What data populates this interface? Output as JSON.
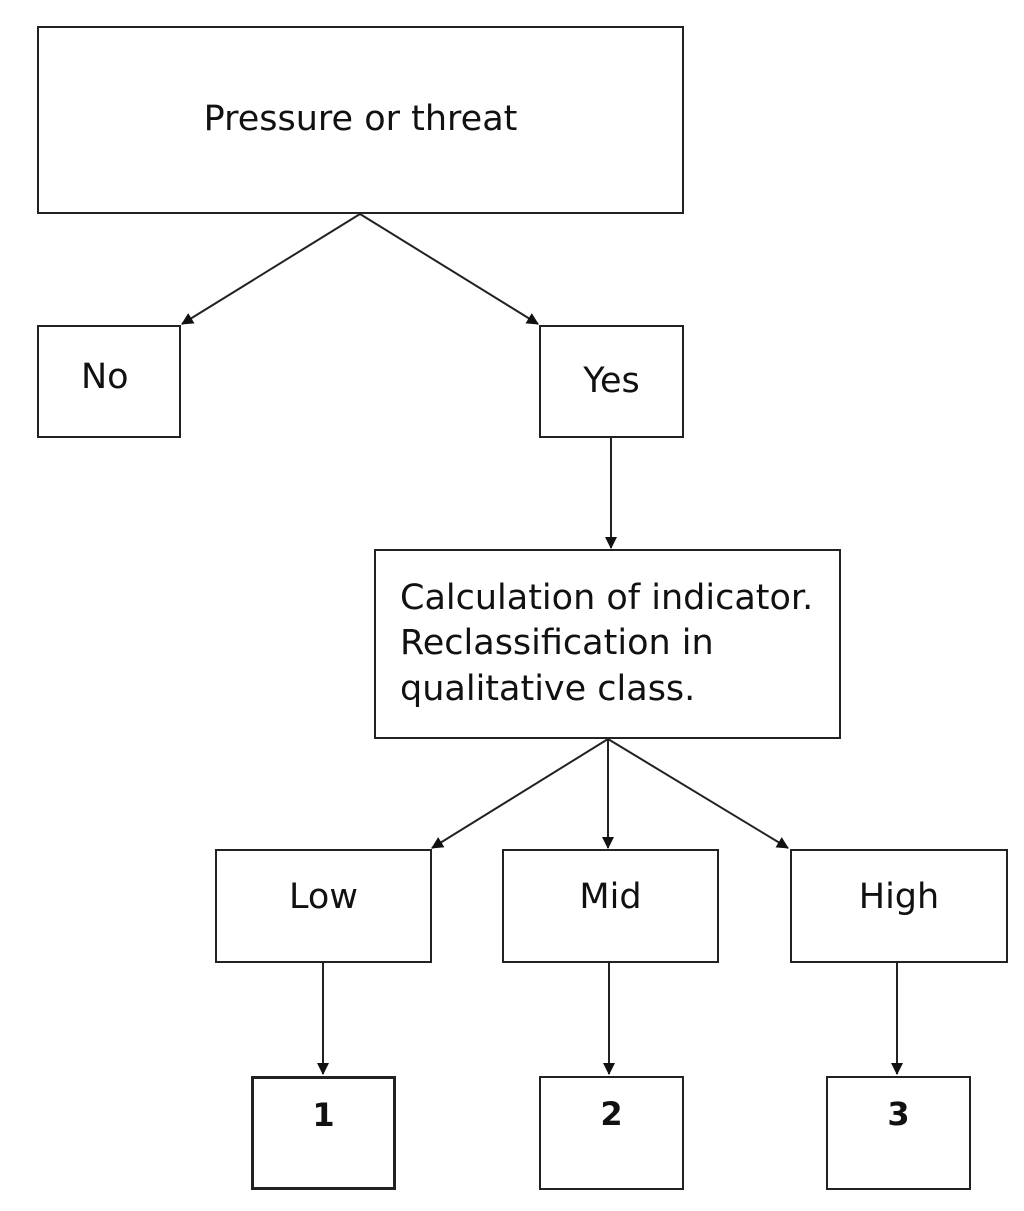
{
  "nodes": {
    "root": "Pressure or threat",
    "no": "No",
    "yes": "Yes",
    "calc": [
      "Calculation of indicator.",
      "Reclassification in",
      "qualitative class."
    ],
    "low": "Low",
    "mid": "Mid",
    "high": "High",
    "score_low": "1",
    "score_mid": "2",
    "score_high": "3"
  }
}
